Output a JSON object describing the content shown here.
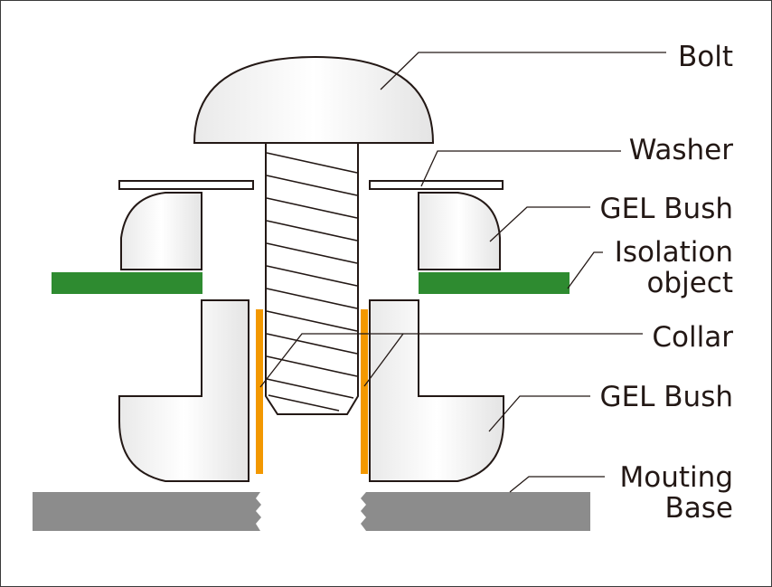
{
  "diagram": {
    "labels": {
      "bolt": "Bolt",
      "washer": "Washer",
      "gel_bush_top": "GEL Bush",
      "isolation_line1": "Isolation",
      "isolation_line2": "object",
      "collar": "Collar",
      "gel_bush_bottom": "GEL Bush",
      "mounting_line1": "Mouting",
      "mounting_line2": "Base"
    },
    "colors": {
      "outline": "#231815",
      "part_fill": "#f2f2f2",
      "isolation_object": "#2e8b30",
      "collar": "#f39800",
      "mounting_base": "#8c8c8c",
      "leader_line": "#231815"
    }
  }
}
